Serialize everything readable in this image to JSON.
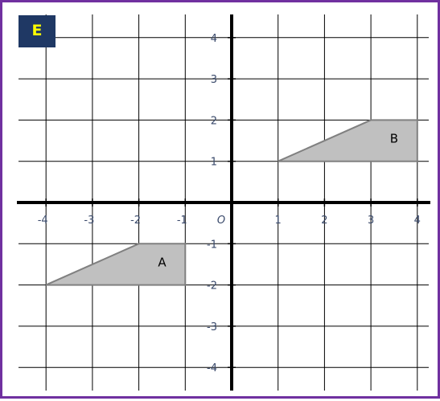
{
  "badge": {
    "label": "E",
    "background": "#1f3864",
    "color": "#ffff00"
  },
  "frame": {
    "border_color": "#7030a0"
  },
  "grid": {
    "x_range": [
      -4.5,
      4.5
    ],
    "y_range": [
      -4.5,
      4.5
    ],
    "x_ticks": [
      {
        "value": -4,
        "label": "-4"
      },
      {
        "value": -3,
        "label": "-3"
      },
      {
        "value": -2,
        "label": "-2"
      },
      {
        "value": -1,
        "label": "-1"
      },
      {
        "value": 1,
        "label": "1"
      },
      {
        "value": 2,
        "label": "2"
      },
      {
        "value": 3,
        "label": "3"
      },
      {
        "value": 4,
        "label": "4"
      }
    ],
    "y_ticks": [
      {
        "value": 4,
        "label": "4"
      },
      {
        "value": 3,
        "label": "3"
      },
      {
        "value": 2,
        "label": "2"
      },
      {
        "value": 1,
        "label": "1"
      },
      {
        "value": -1,
        "label": "-1"
      },
      {
        "value": -2,
        "label": "-2"
      },
      {
        "value": -3,
        "label": "-3"
      },
      {
        "value": -4,
        "label": "-4"
      }
    ],
    "origin_label": "O"
  },
  "shapes": [
    {
      "name": "shape-a",
      "label": "A",
      "label_at": [
        -1.5,
        -1.55
      ],
      "vertices": [
        [
          -4,
          -2
        ],
        [
          -1,
          -2
        ],
        [
          -1,
          -1
        ],
        [
          -2,
          -1
        ]
      ],
      "fill": "#c0c0c0",
      "stroke": "#808080"
    },
    {
      "name": "shape-b",
      "label": "B",
      "label_at": [
        3.5,
        1.45
      ],
      "vertices": [
        [
          1,
          1
        ],
        [
          4,
          1
        ],
        [
          4,
          2
        ],
        [
          3,
          2
        ]
      ],
      "fill": "#c0c0c0",
      "stroke": "#808080"
    }
  ]
}
